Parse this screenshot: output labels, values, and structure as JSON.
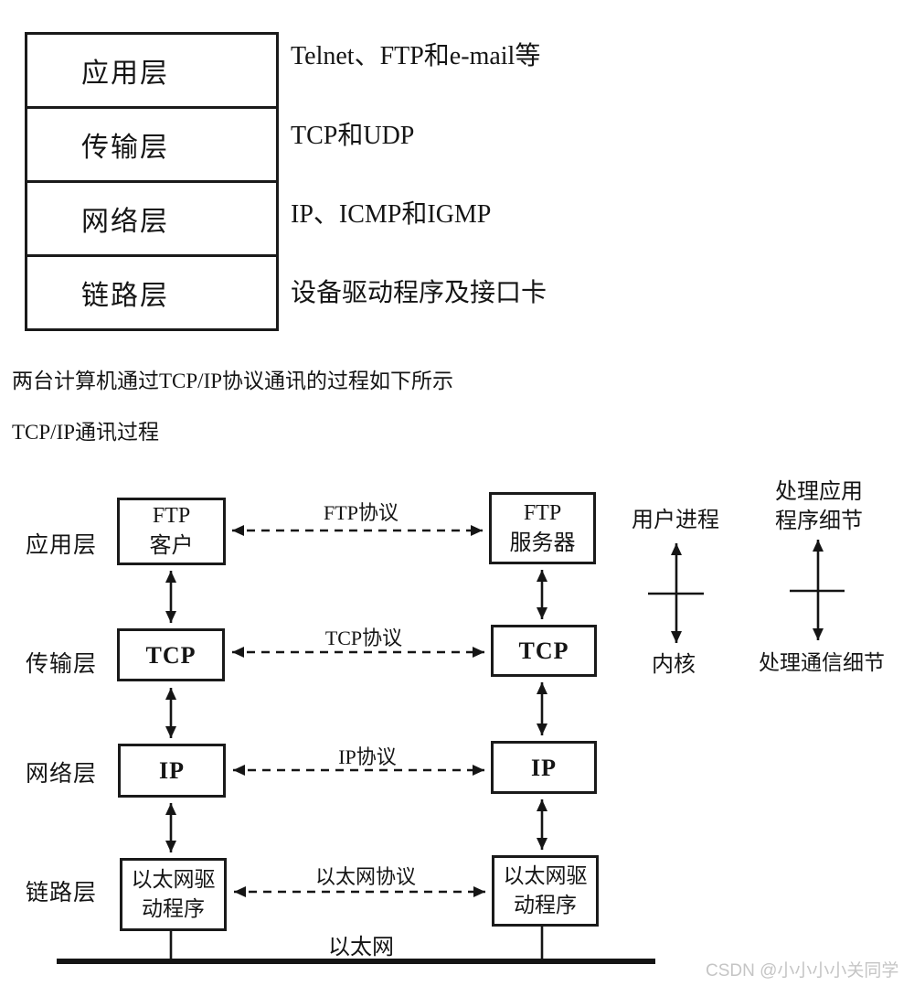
{
  "layer_table": {
    "rows": [
      {
        "layer": "应用层",
        "desc": "Telnet、FTP和e-mail等"
      },
      {
        "layer": "传输层",
        "desc": "TCP和UDP"
      },
      {
        "layer": "网络层",
        "desc": "IP、ICMP和IGMP"
      },
      {
        "layer": "链路层",
        "desc": "设备驱动程序及接口卡"
      }
    ]
  },
  "paragraphs": {
    "intro": "两台计算机通过TCP/IP协议通讯的过程如下所示",
    "subtitle": "TCP/IP通讯过程"
  },
  "diagram": {
    "layer_labels": {
      "application": "应用层",
      "transport": "传输层",
      "network": "网络层",
      "link": "链路层"
    },
    "boxes": {
      "ftp_client_line1": "FTP",
      "ftp_client_line2": "客户",
      "ftp_server_line1": "FTP",
      "ftp_server_line2": "服务器",
      "tcp": "TCP",
      "ip": "IP",
      "eth_driver_line1": "以太网驱",
      "eth_driver_line2": "动程序"
    },
    "protocol_labels": {
      "ftp": "FTP协议",
      "tcp": "TCP协议",
      "ip": "IP协议",
      "ethernet": "以太网协议"
    },
    "ethernet_label": "以太网",
    "annotations": {
      "user_process": "用户进程",
      "kernel": "内核",
      "app_detail_line1": "处理应用",
      "app_detail_line2": "程序细节",
      "comm_detail": "处理通信细节"
    }
  },
  "watermark": "CSDN @小小小小关同学",
  "colors": {
    "ink": "#151515",
    "watermark": "#c5c5c5"
  }
}
